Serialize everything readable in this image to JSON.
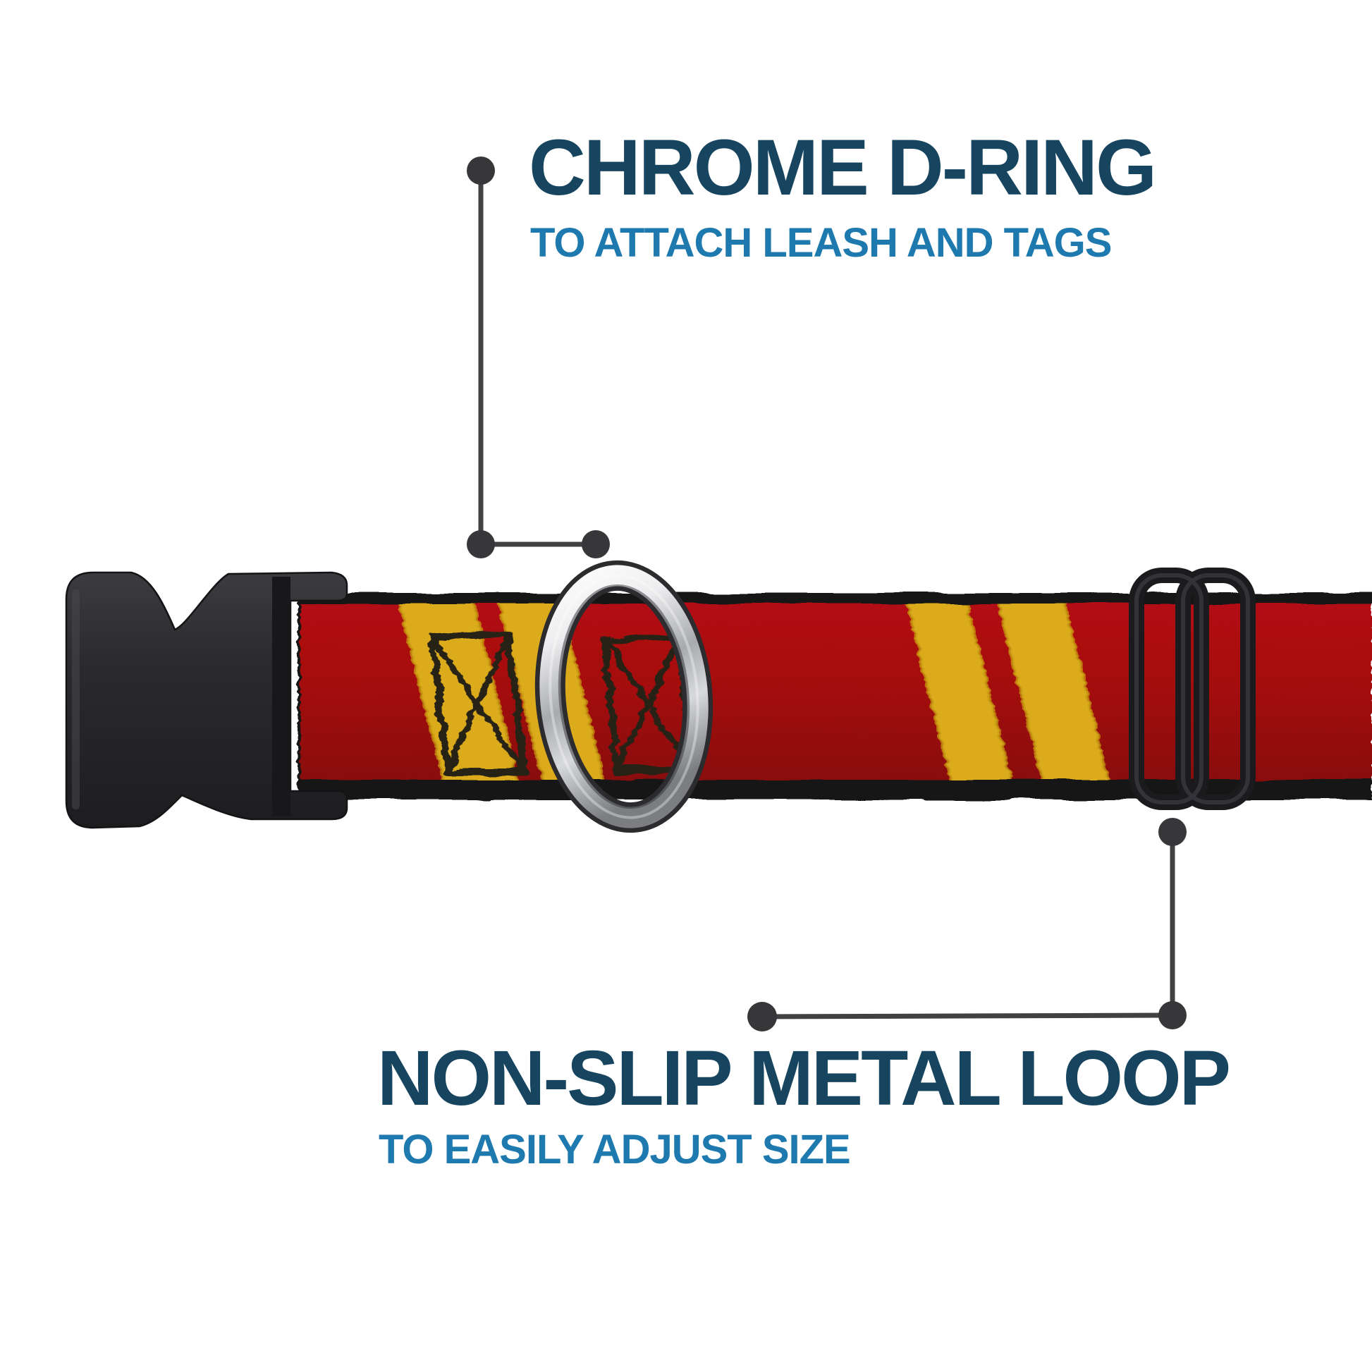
{
  "page": {
    "background": "#ffffff"
  },
  "annotations": {
    "d_ring": {
      "title": "CHROME D-RING",
      "subtitle": "TO ATTACH LEASH AND TAGS"
    },
    "metal_loop": {
      "title": "NON-SLIP METAL LOOP",
      "subtitle": "TO EASILY ADJUST SIZE"
    }
  },
  "product_parts": {
    "buckle": "black side-release buckle",
    "d_ring": "chrome d-ring",
    "slider": "black non-slip metal loop",
    "strap": "red webbing with gold diagonal stripes and crossed-box pattern"
  },
  "colors": {
    "title_navy": "#17455f",
    "subtitle_blue": "#1d79ae",
    "leader_line": "#414042",
    "leader_dot": "#373639",
    "strap_red": "#a70b10",
    "strap_red_deep": "#8a090d",
    "stripe_gold": "#dcab1b",
    "stripe_gold_edge": "#c89c10",
    "strap_edge": "#151514",
    "hardware_black": "#28282b",
    "ring_silver": "#d8d9db",
    "square_ink": "#262119"
  }
}
